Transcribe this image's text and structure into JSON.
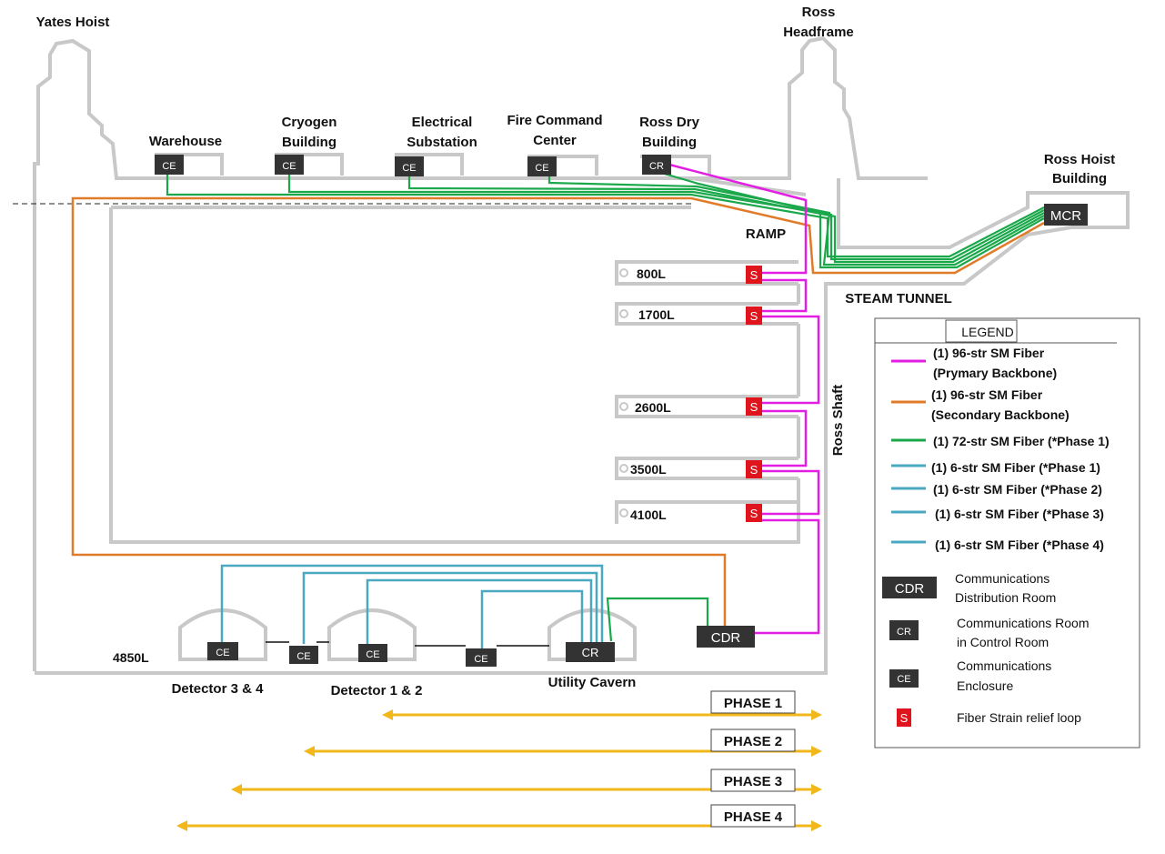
{
  "colors": {
    "structure": "#c8c8c8",
    "primary": "#e31ee3",
    "secondary": "#e07b2a",
    "green72": "#1aa84a",
    "teal6": "#4aa8c0",
    "phase_arrow": "#f2b81b",
    "box_dark": "#333333",
    "strain_red": "#e0141c"
  },
  "surface": {
    "yates": "Yates Hoist",
    "ross_headframe": [
      "Ross",
      "Headframe"
    ],
    "warehouse": "Warehouse",
    "cryogen": [
      "Cryogen",
      "Building"
    ],
    "electrical": [
      "Electrical",
      "Substation"
    ],
    "fire": [
      "Fire Command",
      "Center"
    ],
    "rossdry": [
      "Ross Dry",
      "Building"
    ],
    "rosshoist": [
      "Ross Hoist",
      "Building"
    ],
    "ramp": "RAMP",
    "steam": "STEAM TUNNEL",
    "shaft": "Ross Shaft"
  },
  "boxes": {
    "ce": "CE",
    "cr": "CR",
    "mcr": "MCR",
    "cdr": "CDR",
    "s": "S"
  },
  "levels": [
    "800L",
    "1700L",
    "2600L",
    "3500L",
    "4100L",
    "4850L"
  ],
  "caverns": {
    "det34": "Detector 3 & 4",
    "det12": "Detector 1 & 2",
    "utility": "Utility Cavern"
  },
  "phases": [
    "PHASE 1",
    "PHASE 2",
    "PHASE 3",
    "PHASE 4"
  ],
  "legend": {
    "title": "LEGEND",
    "lines": [
      [
        "(1) 96-str SM Fiber",
        "(Prymary Backbone)"
      ],
      [
        "(1) 96-str SM Fiber",
        "(Secondary Backbone)"
      ],
      [
        "(1) 72-str SM Fiber (*Phase 1)"
      ],
      [
        "(1) 6-str SM Fiber (*Phase 1)"
      ],
      [
        "(1) 6-str SM Fiber (*Phase 2)"
      ],
      [
        "(1) 6-str SM Fiber (*Phase 3)"
      ],
      [
        "(1) 6-str SM Fiber (*Phase 4)"
      ]
    ],
    "symbols": [
      {
        "tag": "CDR",
        "text": [
          "Communications",
          "Distribution Room"
        ]
      },
      {
        "tag": "CR",
        "text": [
          "Communications Room",
          "in Control Room"
        ]
      },
      {
        "tag": "CE",
        "text": [
          "Communications",
          "Enclosure"
        ]
      },
      {
        "tag": "S",
        "text": [
          "Fiber Strain relief loop"
        ]
      }
    ]
  }
}
